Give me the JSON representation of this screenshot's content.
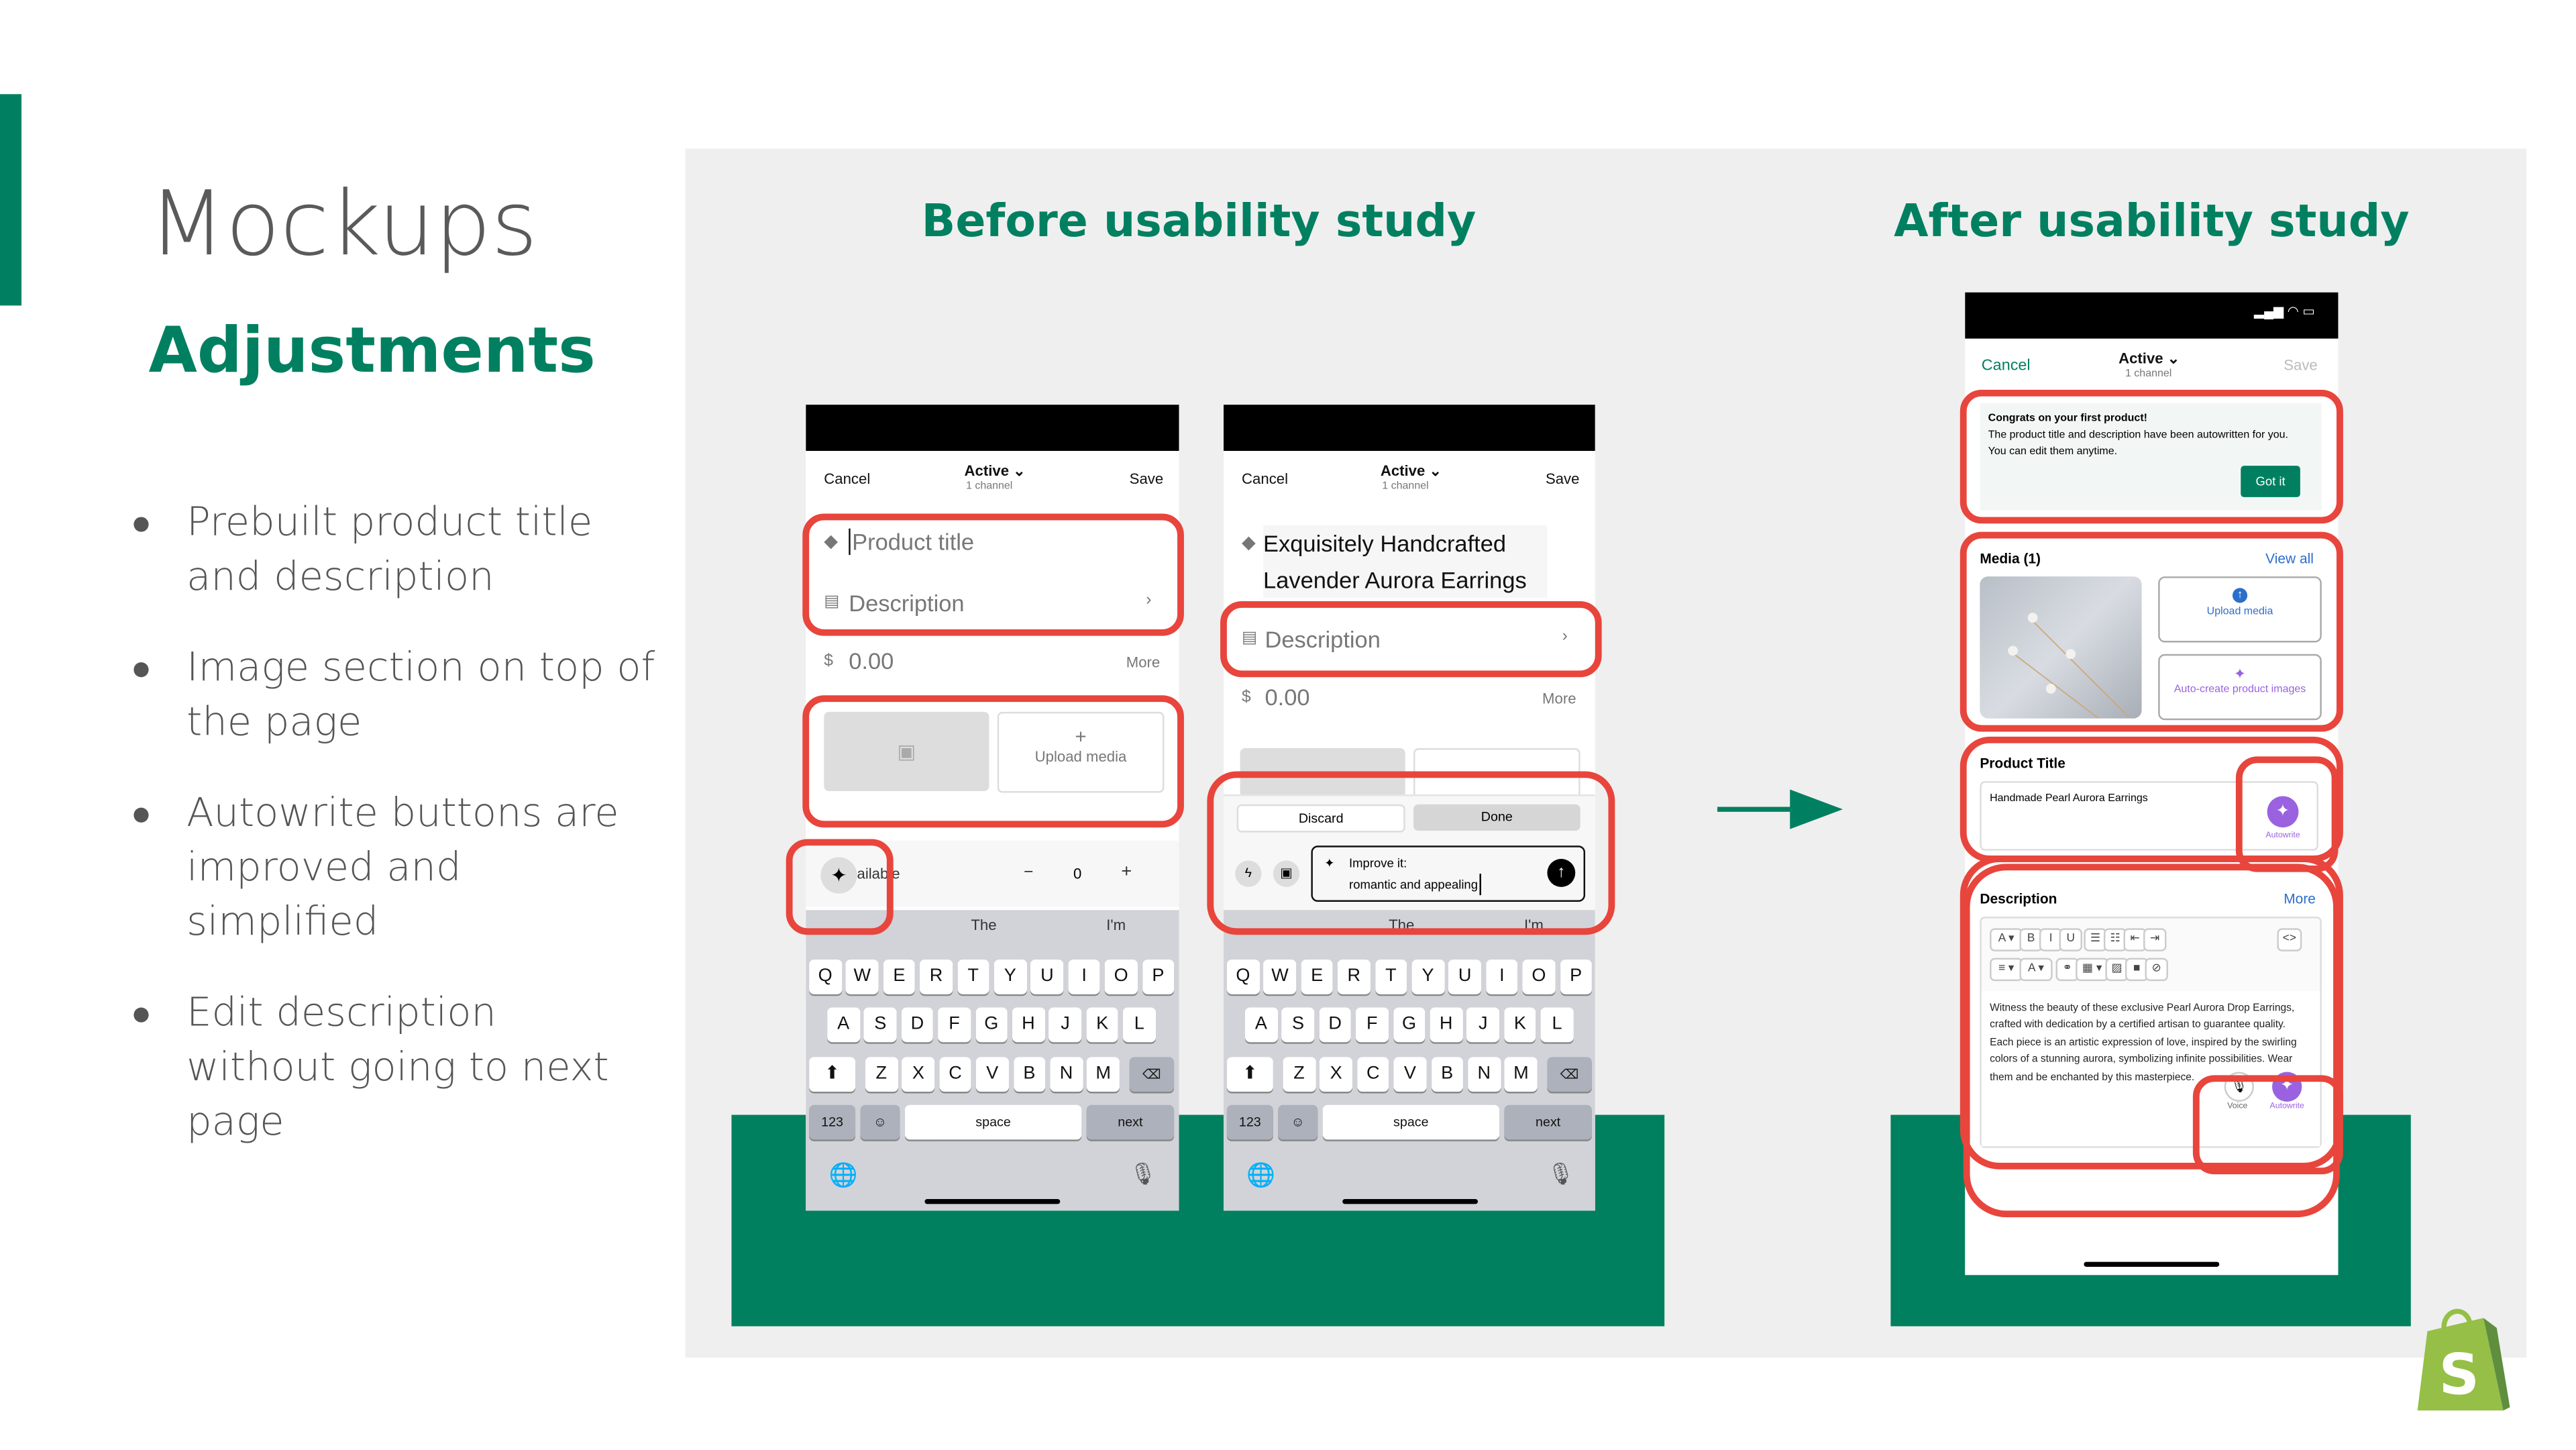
{
  "slide": {
    "title": "Mockups",
    "subtitle": "Adjustments",
    "bullets": [
      "Prebuilt product title and description",
      "Image section on top of the page",
      "Autowrite buttons are improved and simplified",
      "Edit description without going to next page"
    ],
    "before_label": "Before usability study",
    "after_label": "After usability study",
    "colors": {
      "brand_green": "#008060",
      "highlight_red": "#e8453c",
      "panel_gray": "#efefef",
      "autowrite_purple": "#9a62e0"
    }
  },
  "keyboard": {
    "rows": [
      [
        "Q",
        "W",
        "E",
        "R",
        "T",
        "Y",
        "U",
        "I",
        "O",
        "P"
      ],
      [
        "A",
        "S",
        "D",
        "F",
        "G",
        "H",
        "J",
        "K",
        "L"
      ],
      [
        "Z",
        "X",
        "C",
        "V",
        "B",
        "N",
        "M"
      ]
    ],
    "numbers": "123",
    "space": "space",
    "next": "next",
    "suggestions": [
      "The",
      "I'm"
    ]
  },
  "phone1": {
    "cancel": "Cancel",
    "status": "Active",
    "channel": "1 channel",
    "save": "Save",
    "title_placeholder": "Product title",
    "description": "Description",
    "price": "0.00",
    "more": "More",
    "upload": "Upload media",
    "available": "ailable",
    "qty": "0",
    "minus": "−",
    "plus": "+"
  },
  "phone2": {
    "cancel": "Cancel",
    "status": "Active",
    "channel": "1 channel",
    "save": "Save",
    "title": "Exquisitely Handcrafted Lavender Aurora Earrings",
    "description": "Description",
    "price": "0.00",
    "more": "More",
    "discard": "Discard",
    "done": "Done",
    "prompt_label": "Improve it:",
    "prompt_value": "romantic and appealing"
  },
  "phone3": {
    "cancel": "Cancel",
    "status": "Active",
    "channel": "1 channel",
    "save": "Save",
    "banner_title": "Congrats on your first product!",
    "banner_text": "The product title and description have been autowritten for you. You can edit them anytime.",
    "got_it": "Got it",
    "media_label": "Media (1)",
    "view_all": "View all",
    "upload": "Upload media",
    "auto_create": "Auto-create product images",
    "product_title_label": "Product Title",
    "product_title_value": "Handmade Pearl Aurora Earrings",
    "autowrite": "Autowrite",
    "description_label": "Description",
    "description_more": "More",
    "description_text": "Witness the beauty of these exclusive Pearl Aurora Drop Earrings, crafted with dedication by a certified artisan to guarantee quality. Each piece is an artistic expression of love, inspired by the swirling colors of a stunning aurora, symbolizing infinite possibilities. Wear them and be enchanted by this masterpiece.",
    "voice": "Voice",
    "toolbar_row1": [
      "A ▾",
      "B",
      "I",
      "U",
      "☰",
      "☷",
      "⇤",
      "⇥",
      "<>"
    ],
    "toolbar_row2": [
      "≡ ▾",
      "A ▾",
      "⚭",
      "▦ ▾",
      "▨",
      "■",
      "⊘"
    ]
  }
}
